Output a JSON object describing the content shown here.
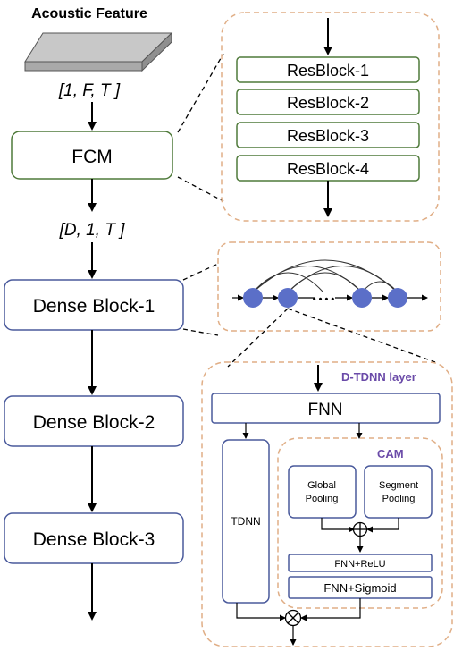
{
  "input": {
    "title": "Acoustic Feature",
    "shape_in": "[1, F, T ]",
    "shape_mid": "[D, 1, T ]"
  },
  "main_blocks": {
    "fcm": "FCM",
    "dense1": "Dense Block-1",
    "dense2": "Dense Block-2",
    "dense3": "Dense Block-3"
  },
  "fcm_detail": {
    "resblocks": [
      "ResBlock-1",
      "ResBlock-2",
      "ResBlock-3",
      "ResBlock-4"
    ]
  },
  "dense_detail": {
    "ellipsis": "• • • •"
  },
  "dtdnn": {
    "title": "D-TDNN layer",
    "fnn": "FNN",
    "tdnn": "TDNN",
    "cam": {
      "title": "CAM",
      "global_line1": "Global",
      "global_line2": "Pooling",
      "segment_line1": "Segment",
      "segment_line2": "Pooling",
      "fnn_relu": "FNN+ReLU",
      "fnn_sigmoid": "FNN+Sigmoid"
    }
  },
  "colors": {
    "block_border_blue": "#4a5a9c",
    "block_border_green": "#4f7a3a",
    "dashed_orange": "#e0ae86",
    "node_blue": "#5b6fc8",
    "label_purple": "#6a4aa8",
    "feature_gray": "#b4b4b4"
  }
}
